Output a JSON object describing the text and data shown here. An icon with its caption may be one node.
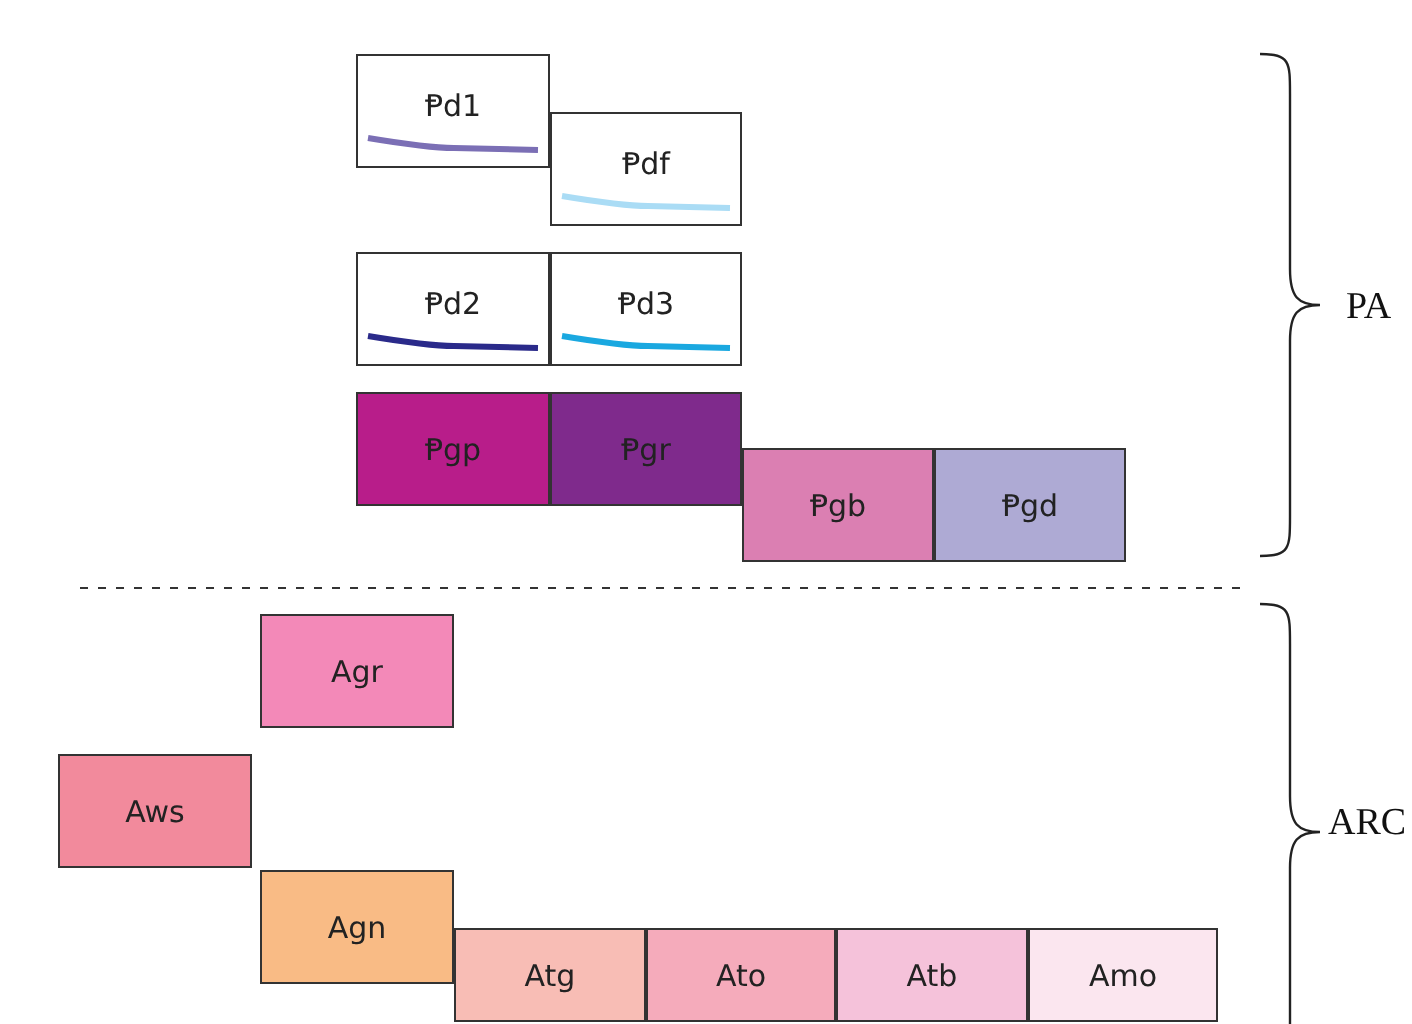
{
  "diagram": {
    "nodes": [
      {
        "text": [
          "Ᵽd1"
        ]
      },
      {
        "text": [
          "Ᵽdf"
        ]
      },
      {
        "text": [
          "Ᵽd2"
        ]
      },
      {
        "text": [
          "Ᵽd3"
        ]
      },
      {
        "text": [
          "Ᵽgp"
        ]
      },
      {
        "text": [
          "Ᵽgr"
        ]
      },
      {
        "text": [
          "Ᵽgb"
        ]
      },
      {
        "text": [
          "Ᵽgd"
        ]
      },
      {
        "text": [
          "Agr"
        ]
      },
      {
        "text": [
          "Aws"
        ]
      },
      {
        "text": [
          "Agn"
        ]
      },
      {
        "text": [
          "Atg"
        ]
      },
      {
        "text": [
          "Ato"
        ]
      },
      {
        "text": [
          "Atb"
        ]
      },
      {
        "text": [
          "Amo"
        ]
      }
    ],
    "labels": [
      "PA",
      "ARC"
    ]
  }
}
